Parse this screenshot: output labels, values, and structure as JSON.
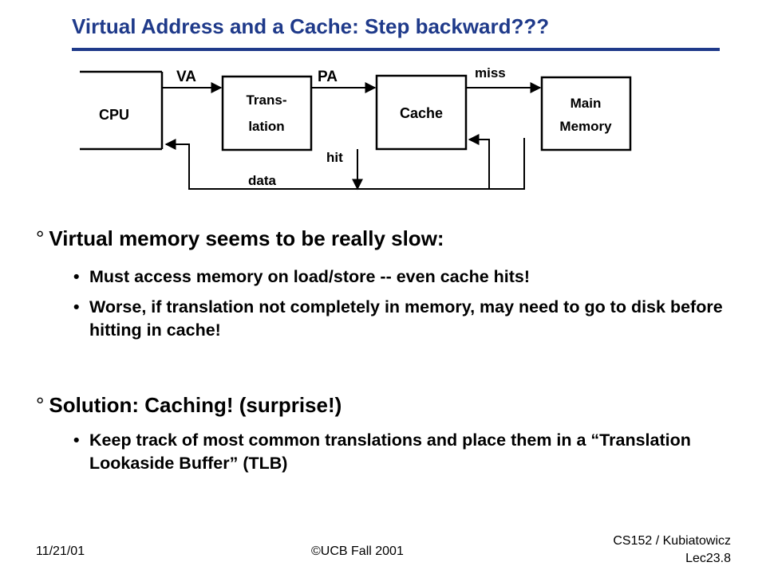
{
  "slide": {
    "title": "Virtual Address and a Cache: Step backward???"
  },
  "diagram": {
    "cpu": "CPU",
    "translation_line1": "Trans-",
    "translation_line2": "lation",
    "cache": "Cache",
    "main_memory_line1": "Main",
    "main_memory_line2": "Memory",
    "va": "VA",
    "pa": "PA",
    "miss": "miss",
    "hit": "hit",
    "data": "data"
  },
  "bullets": [
    {
      "marker": "°",
      "text": "Virtual memory seems to be really slow:",
      "sub": [
        {
          "marker": "•",
          "text": "Must access memory on load/store -- even cache hits!"
        },
        {
          "marker": "•",
          "text": "Worse, if translation not completely in memory, may need to go to disk before hitting in cache!"
        }
      ]
    },
    {
      "marker": "°",
      "text": "Solution: Caching! (surprise!)",
      "sub": [
        {
          "marker": "•",
          "text": "Keep track of most common translations and place them in a “Translation Lookaside Buffer” (TLB)"
        }
      ]
    }
  ],
  "footer": {
    "date": "11/21/01",
    "copyright": "©UCB Fall 2001",
    "course": "CS152 / Kubiatowicz",
    "lecture": "Lec23.8"
  }
}
